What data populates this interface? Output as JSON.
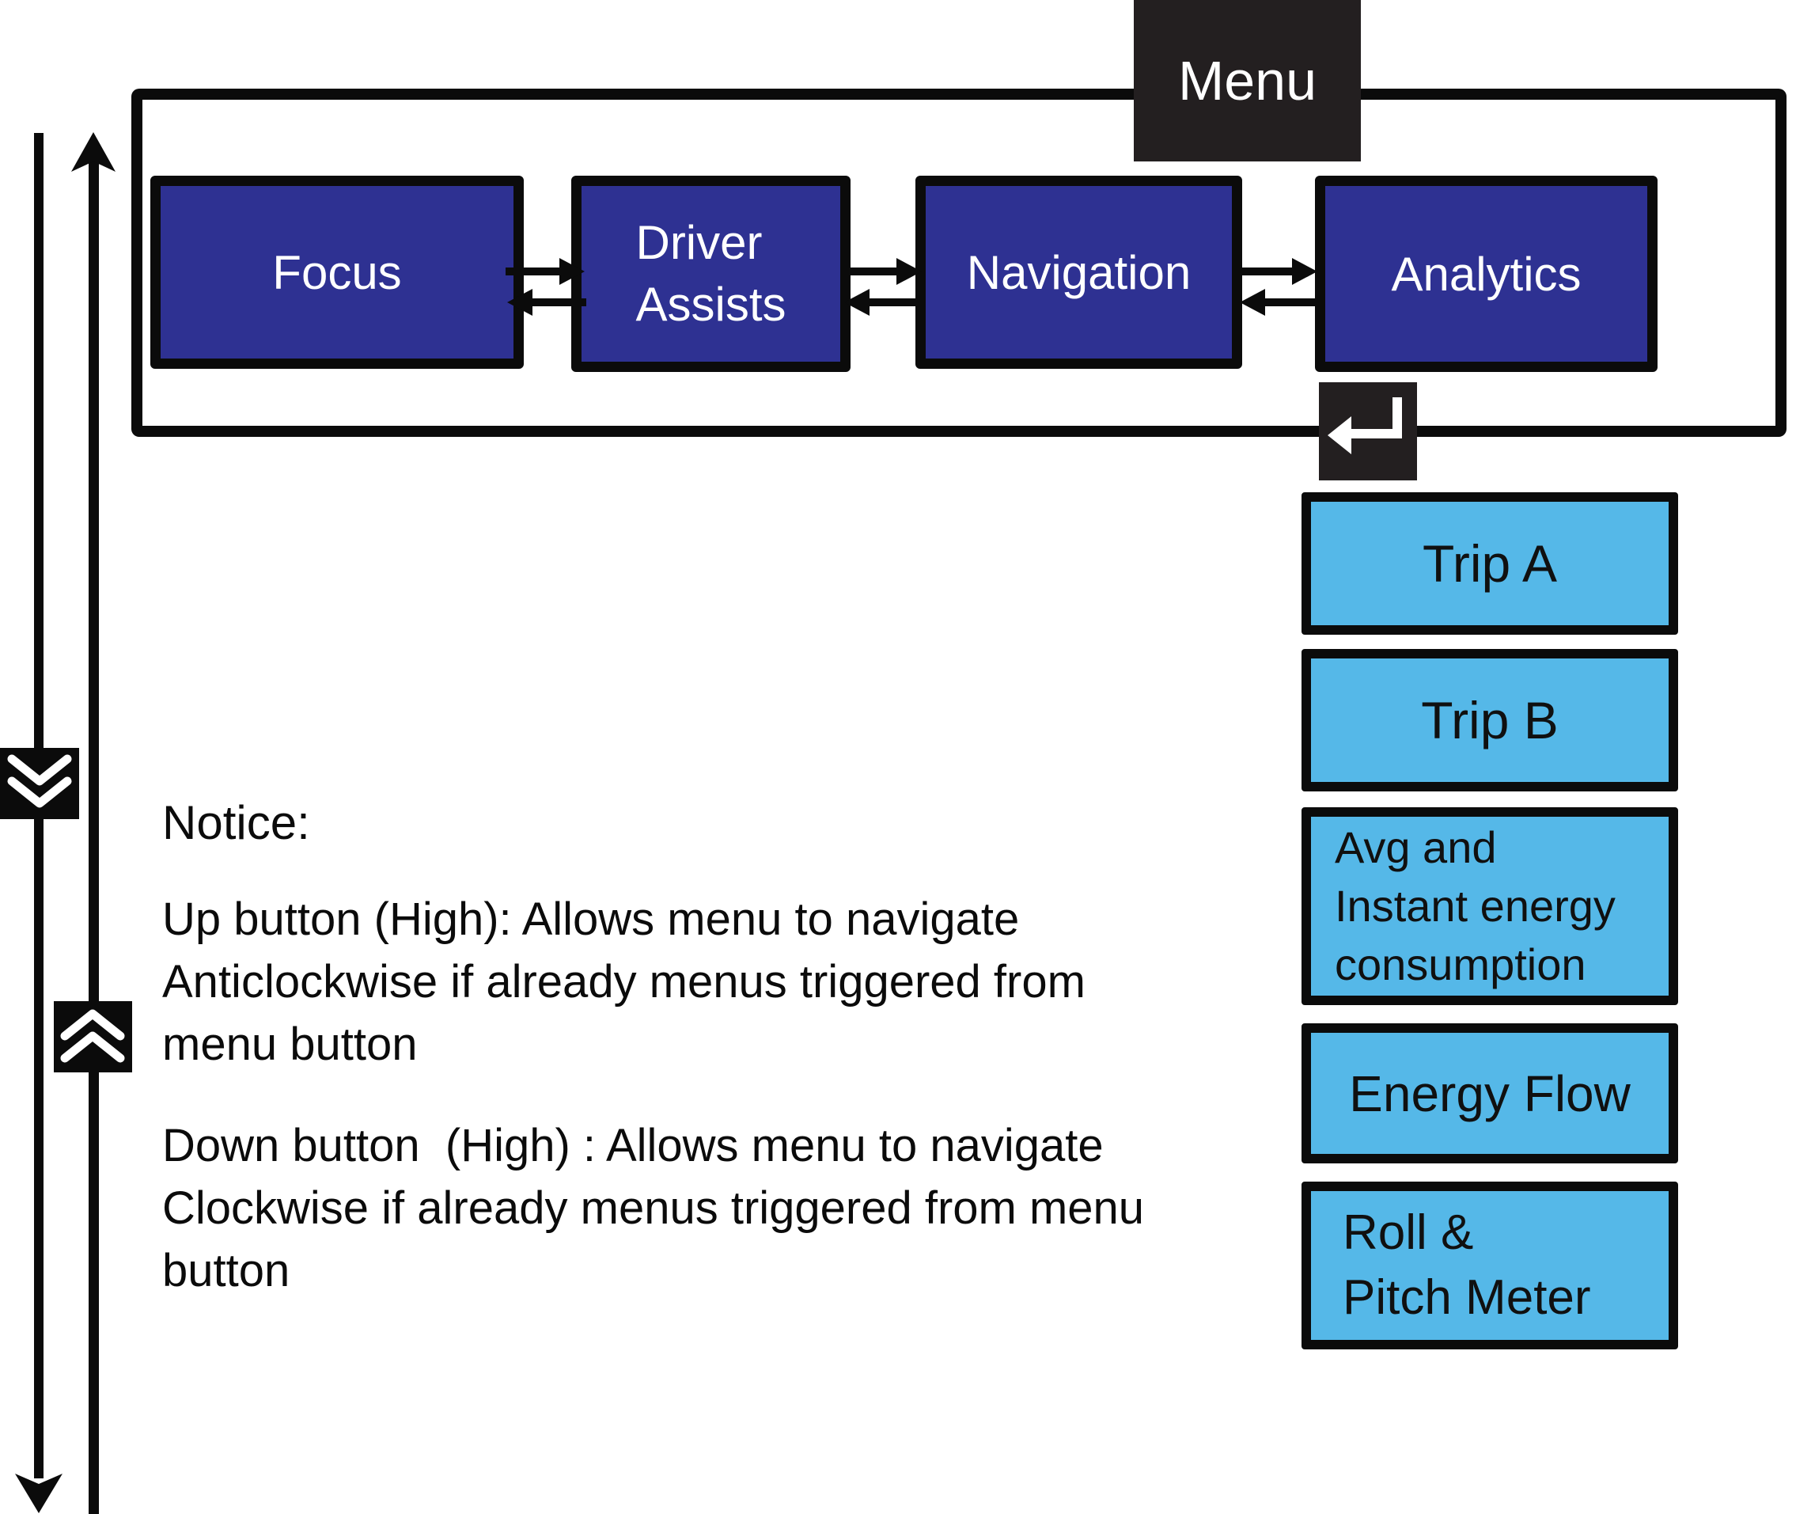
{
  "diagram": {
    "menu_button": {
      "label": "Menu"
    },
    "top_menus": [
      {
        "label": "Focus"
      },
      {
        "label": "Driver\nAssists"
      },
      {
        "label": "Navigation"
      },
      {
        "label": "Analytics"
      }
    ],
    "analytics_submenus": [
      {
        "label": "Trip A"
      },
      {
        "label": "Trip B"
      },
      {
        "label": "Avg and\nInstant energy\nconsumption"
      },
      {
        "label": "Energy Flow"
      },
      {
        "label": "Roll &\nPitch Meter"
      }
    ],
    "notice": {
      "title": "Notice:",
      "up_note": "Up button (High): Allows menu to navigate\nAnticlockwise if already menus triggered from\nmenu button",
      "down_note": "Down button  (High) : Allows menu to navigate\nClockwise if already menus triggered from menu\nbutton"
    },
    "icons": {
      "enter": "return-arrow-icon",
      "up_line": "arrow-up-icon",
      "down_line": "arrow-down-icon",
      "double_chevron_down": "double-chevron-down-icon",
      "double_chevron_up": "double-chevron-up-icon",
      "next": "arrow-right-icon",
      "previous": "arrow-left-icon"
    },
    "colors": {
      "dark_blue": "#2e3192",
      "light_blue": "#55b8e8",
      "dark_box": "#231f20",
      "line_black": "#0b0b0b",
      "background": "#ffffff"
    }
  }
}
